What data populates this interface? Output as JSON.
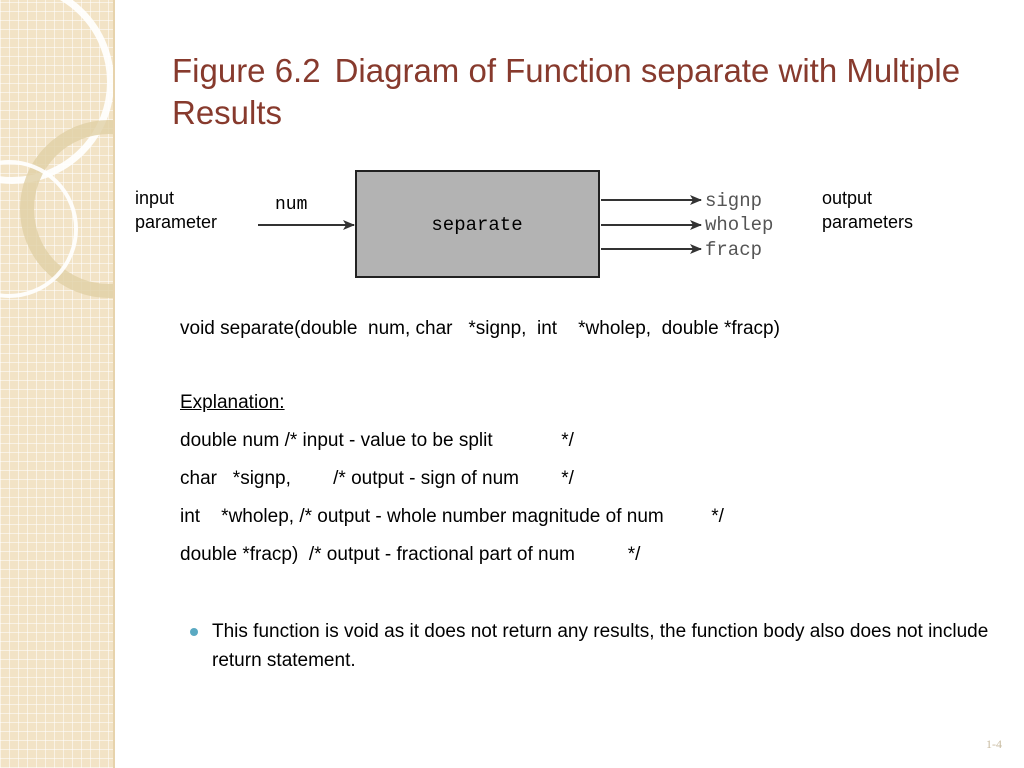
{
  "title": {
    "figure": "Figure 6.2",
    "text": "Diagram of Function separate with Multiple Results"
  },
  "diagram": {
    "input_label_line1": "input",
    "input_label_line2": "parameter",
    "input_name": "num",
    "box_label": "separate",
    "outputs": [
      "signp",
      "wholep",
      "fracp"
    ],
    "output_label_line1": "output",
    "output_label_line2": "parameters"
  },
  "code": {
    "signature": "void separate(double  num, char   *signp,  int    *wholep,  double *fracp)",
    "explanation_heading": "Explanation:",
    "lines": [
      "double num /* input - value to be split             */",
      "char   *signp,        /* output - sign of num        */",
      "int    *wholep, /* output - whole number magnitude of num         */",
      "double *fracp)  /* output - fractional part of num          */"
    ]
  },
  "bullet": "This function is void as it does not return any results, the function body also does not include return statement.",
  "slide_number": "1-4",
  "colors": {
    "title": "#873a2d",
    "box_fill": "#b3b3b3",
    "sidebar": "#f2e3c6",
    "bullet": "#5aa9c2"
  }
}
